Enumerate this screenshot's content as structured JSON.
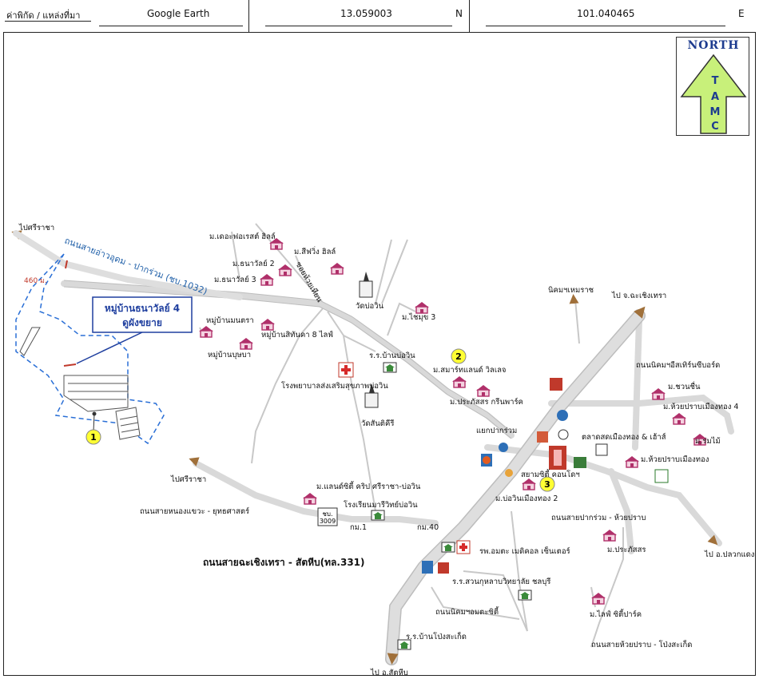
{
  "header": {
    "coord_label": "ค่าพิกัด / แหล่งที่มา",
    "source": "Google Earth",
    "latitude": "13.059003",
    "lat_dir": "N",
    "longitude": "101.040465",
    "lon_dir": "E"
  },
  "compass": {
    "north": "NORTH",
    "letters": [
      "T",
      "A",
      "M",
      "C"
    ]
  },
  "roads": {
    "main_road_1032": "ถนนสายอ่าวอุดม - ปากร่วม (ชบ.1032)",
    "to_sriracha_top": "ไปศรีราชา",
    "distance_460": "460 ม.",
    "to_sriracha_mid": "ไปศรีราชา",
    "nongkhaeng_road": "ถนนสายหนองแขวะ - ยุทธศาสตร์",
    "chachoengsao_road": "ถนนสายฉะเชิงเทรา - สัตหีบ(ทล.331)",
    "to_chachoengsao": "ไป จ.ฉะเชิงเทรา",
    "to_sattahip": "ไป อ.สัตหีบ",
    "to_pluakdaeng": "ไป อ.ปลวกแดง",
    "eastern_seaboard_road": "ถนนนิคมฯอีสเทิร์นซีบอร์ด",
    "hemaraj": "นิคมฯเหมราช",
    "pakruam_huaiprab_road": "ถนนสายปากร่วม - ห้วยปราบ",
    "amata_road": "ถนนนิคมฯอมตะซิตี้",
    "huaiprab_pongsaket_road": "ถนนสายห้วยปราบ - โป่งสะเก็ด",
    "soi_huaikhian": "ซอยห้วยเทียน",
    "chb3009": "ชบ.",
    "chb3009_num": "3009",
    "km1": "กม.1",
    "km40": "กม.40",
    "pakruam_junction": "แยกปากร่วม"
  },
  "project": {
    "title_line1": "หมู่บ้านธนาวัลย์ 4",
    "title_line2": "ดูผังขยาย"
  },
  "markers": [
    "1",
    "2",
    "3"
  ],
  "places": {
    "forest_hill": "ม.เดอะฟอเรสต์ ฮิลล์",
    "thanawan2": "ม.ธนาวัลย์ 2",
    "thanawan3": "ม.ธนาวัลย์ 3",
    "swing_hill": "ม.สีฟวิ่ง ฮิลล์",
    "wat_bowin": "วัดบ่อวิน",
    "chaiyamuk3": "ม.ไชมุข 3",
    "monthra": "หมู่บ้านมนตรา",
    "sittinan8": "หมู่บ้านสิทันคา 8 ไลฟ์",
    "bunya": "หมู่บ้านบุษบา",
    "school_bowin": "ร.ร.บ้านบ่อวิน",
    "health_hospital": "โรงพยาบาลส่งเสริมสุขภาพบ่อวิน",
    "wat_santikhiri": "วัดสันติคีรี",
    "smart_mind": "ม.สมาร์ทแลนด์ วิลเลจ",
    "prakatsorn_green": "ม.ประภัสสร กรีนพาร์ค",
    "land_cribe": "ม.แลนด์ซิตี้ คริป ศรีราชา-บ่อวิน",
    "school_mari": "โรงเรียนมารีวิทย์บ่อวิน",
    "bowin_muang2": "ม.บ่อวินเมืองทอง 2",
    "siam_condo": "สยามซิตี้ คอนโดฯ",
    "talad_muangthong": "ตลาดสดเมืองทอง & เฮ้าส์",
    "chuanchuen": "ม.ชวนชื่น",
    "huaiprab4": "ม.ห้วยปราบเมืองทอง 4",
    "rommai": "ม.ร่มไม้",
    "huaiprab": "ม.ห้วยปราบเมืองทอง",
    "prakatsorn": "ม.ประภัสสร",
    "hospital_amata": "รพ.อมตะ เมดิคอล เซ็นเตอร์",
    "school_suankulap": "ร.ร.สวนกุหลาบวิทยาลัย ชลบุรี",
    "life_city": "ม.ไลฟ์ ซิตี้ปาร์ค",
    "school_pongsaket": "ร.ร.บ้านโป่งสะเก็ด"
  },
  "colors": {
    "road_fill": "#d9d9d9",
    "road_edge": "#b5b5b5",
    "main_road_text": "#1f5fa8",
    "boundary": "#2a6fd6",
    "marker": "#ffff33",
    "project_text": "#1f3f9f",
    "compass_arrow": "#c8f07a",
    "arrowhead": "#a0703a",
    "house_roof": "#b0306a"
  }
}
